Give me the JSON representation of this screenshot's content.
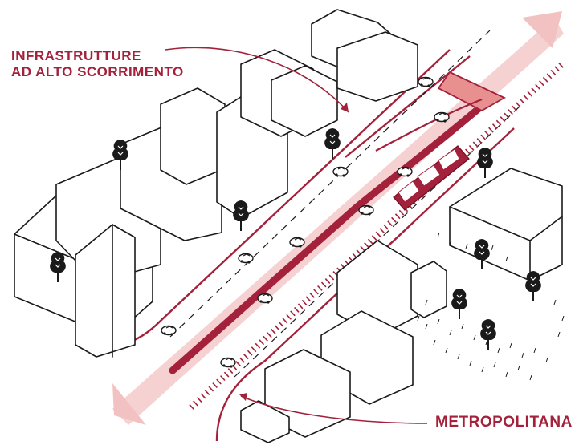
{
  "labels": {
    "infrastructure_line1": "INFRASTRUTTURE",
    "infrastructure_line2": "AD ALTO SCORRIMENTO",
    "metro": "METROPOLITANA"
  },
  "colors": {
    "accent": "#a3213a",
    "accent_light": "#f2c2c2",
    "ink": "#1a1a1a",
    "paper": "#ffffff"
  },
  "icons": [
    "tree-icon",
    "car-icon",
    "arrow-icon",
    "train-icon"
  ]
}
